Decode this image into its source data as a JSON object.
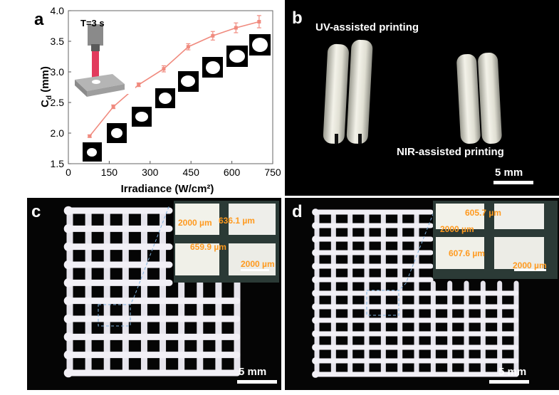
{
  "panel_a": {
    "letter": "a",
    "inset_label": "T=3 s",
    "chart_data": {
      "type": "line",
      "title": "",
      "xlabel": "Irradiance (W/cm²)",
      "ylabel_main": "C",
      "ylabel_sub": "d",
      "ylabel_unit": " (mm)",
      "xlim": [
        0,
        750
      ],
      "ylim": [
        1.5,
        4.0
      ],
      "xticks": [
        0,
        150,
        300,
        450,
        600,
        750
      ],
      "yticks": [
        "1.5",
        "2.0",
        "2.5",
        "3.0",
        "3.5",
        "4.0"
      ],
      "series": [
        {
          "x": [
            78,
            165,
            258,
            350,
            440,
            530,
            615,
            700
          ],
          "y": [
            1.95,
            2.43,
            2.79,
            3.05,
            3.41,
            3.59,
            3.72,
            3.82
          ],
          "err": [
            0.02,
            0.03,
            0.03,
            0.05,
            0.05,
            0.07,
            0.08,
            0.1
          ],
          "color": "#f08a7e"
        }
      ]
    }
  },
  "panel_b": {
    "letter": "b",
    "label_uv": "UV-assisted printing",
    "label_nir": "NIR-assisted printing",
    "scale": "5 mm"
  },
  "panel_c": {
    "letter": "c",
    "scale": "5 mm",
    "inset": {
      "m1": "636.1 µm",
      "m2": "2000 µm",
      "m3": "659.9 µm",
      "m4": "2000 µm"
    }
  },
  "panel_d": {
    "letter": "d",
    "scale": "5 mm",
    "inset": {
      "m1": "605.7 µm",
      "m2": "2000 µm",
      "m3": "607.6 µm",
      "m4": "2000 µm"
    }
  },
  "colors": {
    "line": "#f08a7e",
    "measure": "#ff9a1f",
    "background": "#000000"
  }
}
